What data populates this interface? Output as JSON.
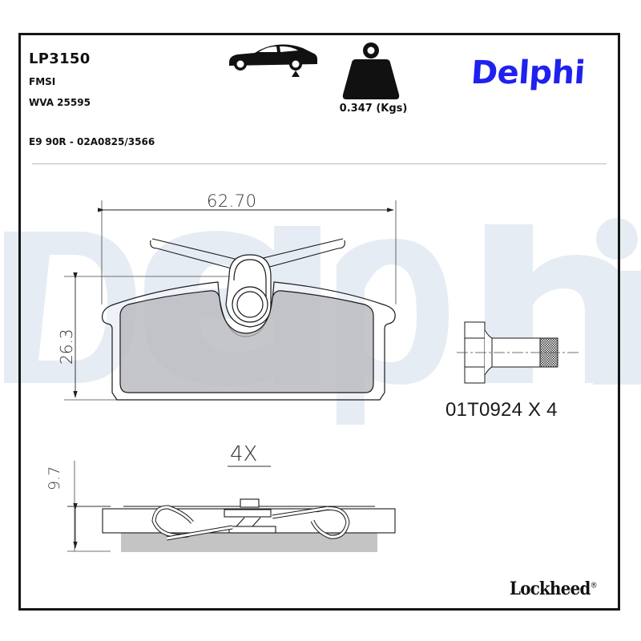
{
  "header": {
    "product_code": "LP3150",
    "fmsi_label": "FMSI",
    "wva": "WVA 25595",
    "approval": "E9 90R - 02A0825/3566"
  },
  "icons": {
    "vehicle_position": "car-rear-axle-icon",
    "weight": "weight-icon"
  },
  "weight": {
    "value": "0.347 (Kgs)"
  },
  "brand": {
    "name": "Delphi",
    "watermark": "Delphi",
    "color": "#1f22ee",
    "watermark_color": "#e6ecf4"
  },
  "drawing": {
    "width_dim": "62.70",
    "height_dim": "26.3",
    "thickness_dim": "9.7",
    "quantity_marker": "4X",
    "pad_fill_color": "#c4c4c4"
  },
  "accessory": {
    "part_code": "01T0924 X 4",
    "icon": "bolt-icon"
  },
  "footer": {
    "manufacturer": "Lockheed",
    "registered_mark": "®"
  }
}
